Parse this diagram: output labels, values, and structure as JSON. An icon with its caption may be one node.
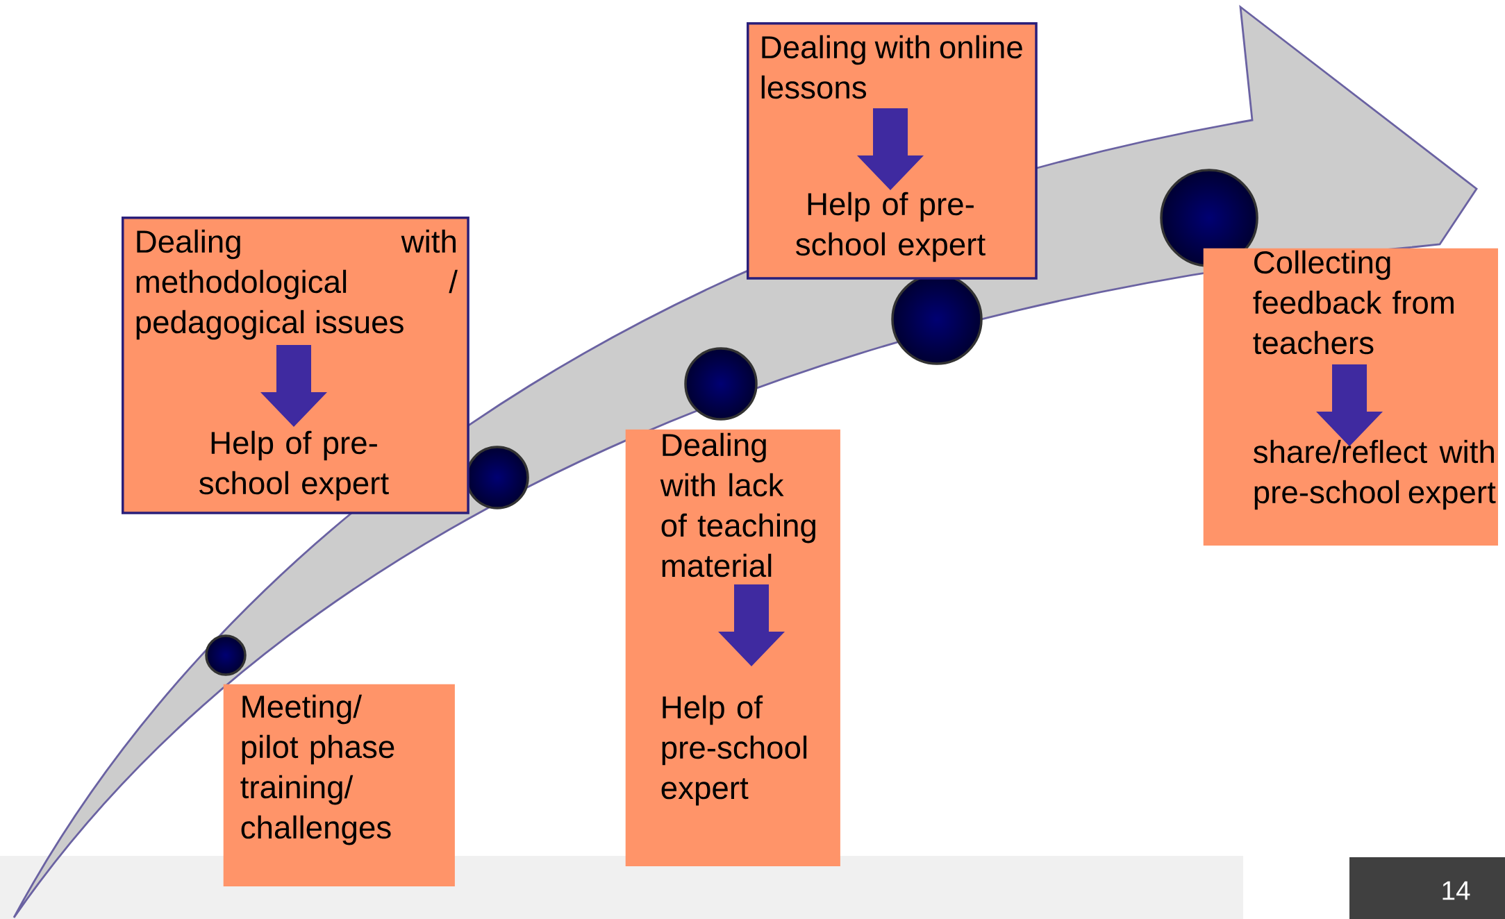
{
  "diagram": {
    "nodes": [
      {
        "text": [
          "Meeting/ pilot phase training/ challenges"
        ]
      },
      {
        "text": [
          "Dealing with methodological / pedagogical issues",
          "Help of pre-school expert"
        ]
      },
      {
        "text": [
          "Dealing with lack of teaching material",
          "Help of pre-school expert"
        ]
      },
      {
        "text": [
          "Dealing with online lessons",
          "Help of pre-school expert"
        ]
      },
      {
        "text": [
          "Collecting feedback from teachers",
          "share/reflect with pre-school expert"
        ]
      }
    ],
    "labels": [
      "14"
    ]
  }
}
